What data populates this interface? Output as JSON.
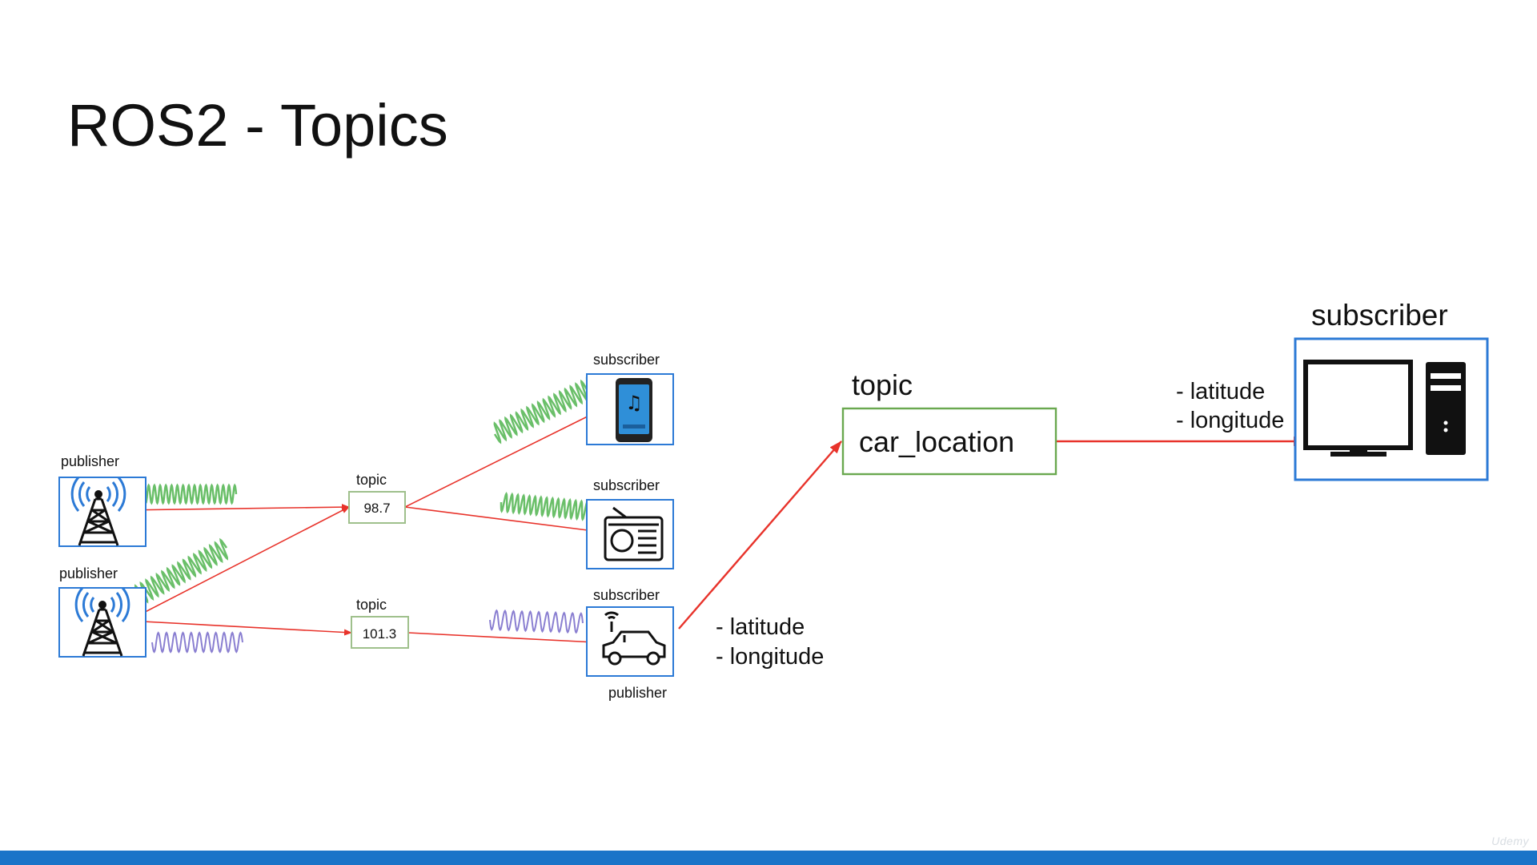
{
  "slide": {
    "title": "ROS2 - Topics",
    "watermark": "Udemy"
  },
  "colors": {
    "arrow": "#e8332b",
    "node_border": "#2c7ad6",
    "topic_border": "#6aa84f",
    "signal_green": "#6abf69",
    "signal_purple": "#8a7fd1",
    "phone_screen": "#2f8fd8",
    "bottom_bar": "#1a74c8"
  },
  "left_diagram": {
    "publishers": [
      {
        "label": "publisher",
        "icon": "radio-tower-icon"
      },
      {
        "label": "publisher",
        "icon": "radio-tower-icon"
      }
    ],
    "topics": [
      {
        "caption": "topic",
        "name": "98.7"
      },
      {
        "caption": "topic",
        "name": "101.3"
      }
    ],
    "subscribers": [
      {
        "label": "subscriber",
        "icon": "smartphone-music-icon"
      },
      {
        "label": "subscriber",
        "icon": "radio-icon"
      },
      {
        "label": "subscriber",
        "icon": "connected-car-icon",
        "sublabel": "publisher"
      }
    ]
  },
  "car_message_fields": [
    "- latitude",
    "- longitude"
  ],
  "right_diagram": {
    "topic_caption": "topic",
    "topic_name": "car_location",
    "subscriber_label": "subscriber",
    "subscriber_icon": "desktop-computer-icon",
    "message_fields": [
      "- latitude",
      "- longitude"
    ]
  }
}
